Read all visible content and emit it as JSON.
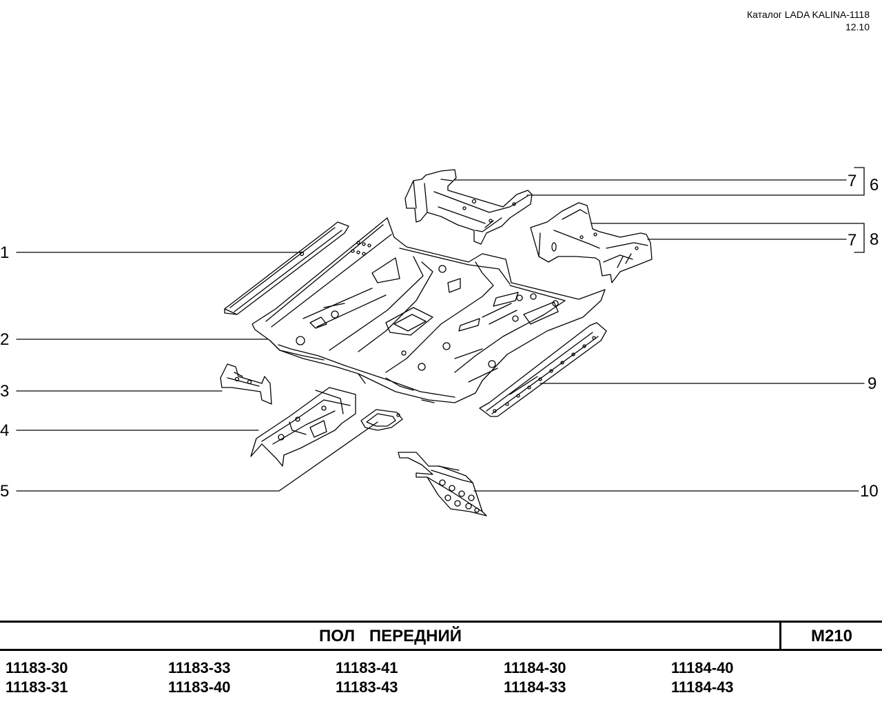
{
  "header": {
    "catalog": "Каталог LADA KALINA-1118",
    "date": "12.10"
  },
  "callouts": {
    "c1": "1",
    "c2": "2",
    "c3": "3",
    "c4": "4",
    "c5": "5",
    "c6": "6",
    "c7a": "7",
    "c7b": "7",
    "c8": "8",
    "c9": "9",
    "c10": "10"
  },
  "title_bar": {
    "title": "ПОЛ ПЕРЕДНИЙ",
    "code": "M210"
  },
  "models": [
    [
      "11183-30",
      "11183-31"
    ],
    [
      "11183-33",
      "11183-40"
    ],
    [
      "11183-41",
      "11183-43"
    ],
    [
      "11184-30",
      "11184-33"
    ],
    [
      "11184-40",
      "11184-43"
    ]
  ]
}
